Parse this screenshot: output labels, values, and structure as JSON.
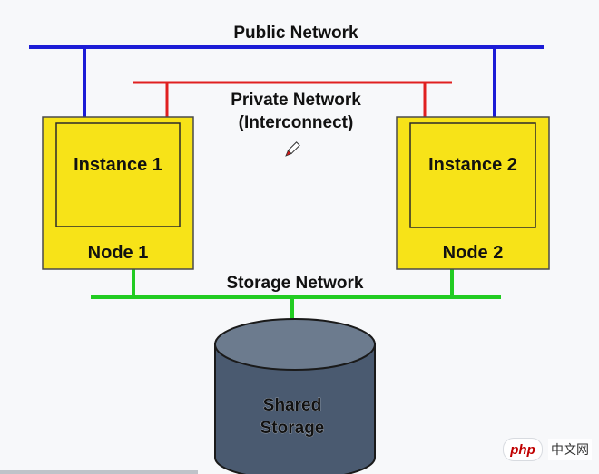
{
  "labels": {
    "public_network": "Public Network",
    "private_network_line1": "Private Network",
    "private_network_line2": "(Interconnect)",
    "storage_network": "Storage Network",
    "instance1": "Instance 1",
    "instance2": "Instance 2",
    "node1": "Node 1",
    "node2": "Node 2",
    "shared_storage_line1": "Shared",
    "shared_storage_line2": "Storage"
  },
  "colors": {
    "public_network": "#1c1cd6",
    "private_network": "#e02020",
    "storage_network": "#22cc22",
    "node_fill": "#f7e318",
    "storage_body": "#4a5a70",
    "storage_top": "#6c7b8e"
  },
  "icons": {
    "pen_cursor": "pen-cursor-icon"
  },
  "watermark": {
    "logo": "php",
    "text": "中文网"
  }
}
